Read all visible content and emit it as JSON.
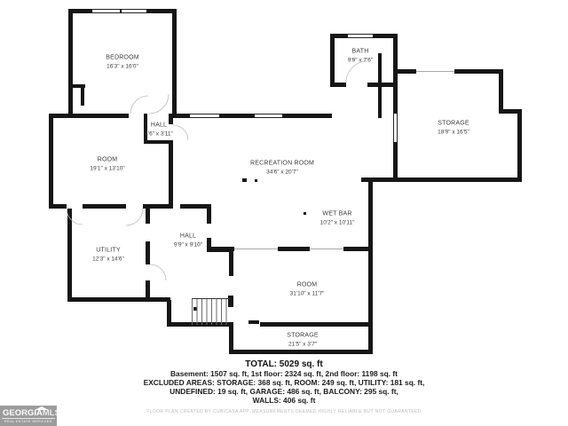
{
  "rooms": [
    {
      "name": "BEDROOM",
      "dims": "16'3\" x 16'0\""
    },
    {
      "name": "HALL",
      "dims": "4'6\" x 3'11\""
    },
    {
      "name": "ROOM",
      "dims": "19'1\" x 13'10\""
    },
    {
      "name": "RECREATION ROOM",
      "dims": "34'6\" x 20'7\""
    },
    {
      "name": "BATH",
      "dims": "9'9\" x 7'6\""
    },
    {
      "name": "STORAGE",
      "dims": "18'9\" x 16'5\""
    },
    {
      "name": "WET BAR",
      "dims": "10'2\" x 10'11\""
    },
    {
      "name": "UTILITY",
      "dims": "12'3\" x 14'6\""
    },
    {
      "name": "HALL",
      "dims": "9'9\" x 9'10\""
    },
    {
      "name": "ROOM",
      "dims": "31'10\" x 11'7\""
    },
    {
      "name": "STORAGE",
      "dims": "21'5\" x 3'7\""
    }
  ],
  "summary": {
    "total": "TOTAL: 5029 sq. ft",
    "line1": "Basement: 1507 sq. ft, 1st floor: 2324 sq. ft, 2nd floor: 1198 sq. ft",
    "line2": "EXCLUDED AREAS: STORAGE: 368 sq. ft, ROOM: 249 sq. ft, UTILITY: 181 sq. ft,",
    "line3": "UNDEFINED: 19 sq. ft, GARAGE: 486 sq. ft, BALCONY: 295 sq. ft,",
    "line4": "WALLS: 406 sq. ft",
    "disclaimer": "FLOOR PLAN CREATED BY CUBICASA APP. MEASUREMENTS DEEMED HIGHLY RELIABLE BUT NOT GUARANTEED"
  },
  "logo": {
    "brand": "GEORGIA",
    "brand2": "MLS",
    "tagline": "REAL ESTATE SERVICES"
  },
  "colors": {
    "wall": "#161616",
    "background": "#ffffff",
    "label": "#3d3d3d",
    "logo_bg": "#9c9c9c"
  }
}
